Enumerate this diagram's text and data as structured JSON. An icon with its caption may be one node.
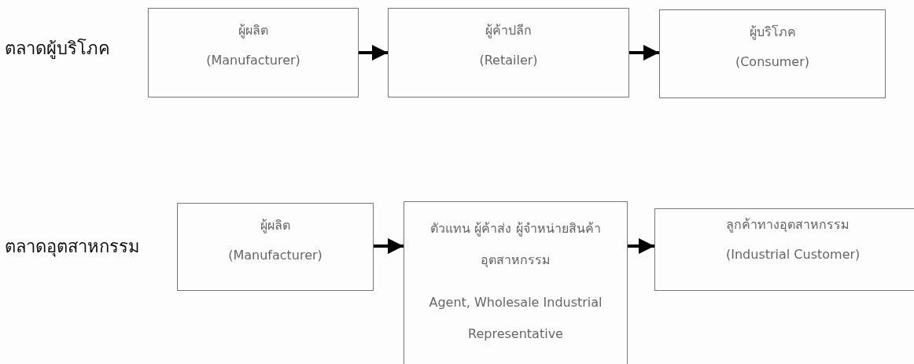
{
  "diagram": {
    "nodes": [
      {
        "text": [
          "ผู้ผลิต",
          "(Manufacturer)"
        ]
      },
      {
        "text": [
          "ผู้ค้าปลีก",
          "(Retailer)"
        ]
      },
      {
        "text": [
          "ผู้บริโภค",
          "(Consumer)"
        ]
      },
      {
        "text": [
          "ผู้ผลิต",
          "(Manufacturer)"
        ]
      },
      {
        "text": [
          "ตัวแทน ผู้ค้าส่ง ผู้จำหน่ายสินค้าอุตสาหกรรม",
          "Agent, Wholesale Industrial Representative"
        ]
      },
      {
        "text": [
          "ลูกค้าทางอุตสาหกรรม",
          "(Industrial Customer)"
        ]
      }
    ],
    "edges": [
      {
        "from": 0,
        "to": 1,
        "arrow": "to"
      },
      {
        "from": 1,
        "to": 2,
        "arrow": "to"
      },
      {
        "from": 3,
        "to": 4,
        "arrow": "to"
      },
      {
        "from": 4,
        "to": 5,
        "arrow": "to"
      }
    ],
    "labels": [
      "ตลาดผู้บริโภค",
      "ตลาดอุตสาหกรรม"
    ]
  }
}
